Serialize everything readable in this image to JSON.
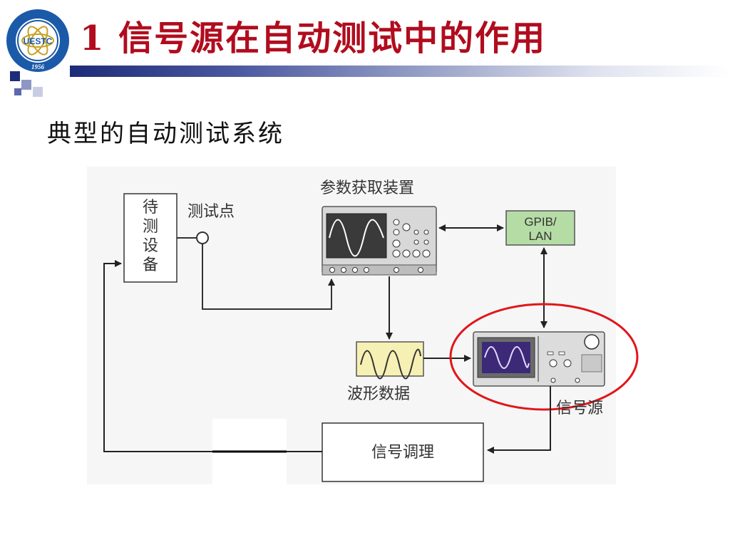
{
  "slide": {
    "title": "1 信号源在自动测试中的作用",
    "subtitle": "典型的自动测试系统",
    "title_color": "#b10c1e"
  },
  "logo": {
    "text": "UESTC",
    "year": "1956",
    "ring_color": "#1a5aa8"
  },
  "diagram": {
    "dut_label": "待测设备",
    "dut_chars": [
      "待",
      "测",
      "设",
      "备"
    ],
    "test_point_label": "测试点",
    "acquisition_label": "参数获取装置",
    "gpib_label_line1": "GPIB/",
    "gpib_label_line2": "LAN",
    "gpib_fill": "#b6dca6",
    "waveform_label": "波形数据",
    "waveform_fill": "#f6f0b4",
    "signal_source_label": "信号源",
    "conditioning_label": "信号调理",
    "highlight_color": "#e0161b"
  }
}
